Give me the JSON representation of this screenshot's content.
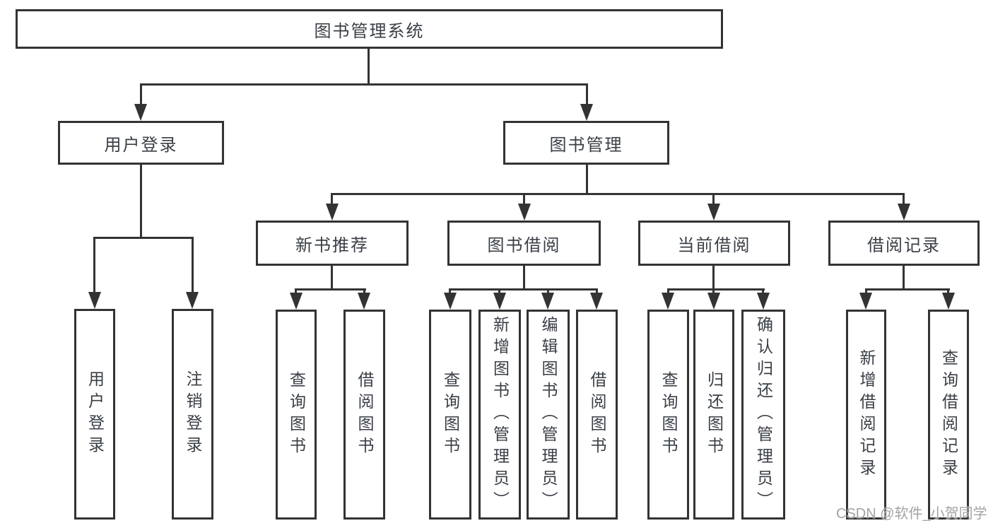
{
  "diagram": {
    "title": "图书管理系统",
    "branches": [
      {
        "label": "用户登录",
        "children": [
          {
            "label": "用户登录"
          },
          {
            "label": "注销登录"
          }
        ]
      },
      {
        "label": "图书管理",
        "children": [
          {
            "label": "新书推荐",
            "children": [
              {
                "label": "查询图书"
              },
              {
                "label": "借阅图书"
              }
            ]
          },
          {
            "label": "图书借阅",
            "children": [
              {
                "label": "查询图书"
              },
              {
                "label": "新增图书（管理员）"
              },
              {
                "label": "编辑图书（管理员）"
              },
              {
                "label": "借阅图书"
              }
            ]
          },
          {
            "label": "当前借阅",
            "children": [
              {
                "label": "查询图书"
              },
              {
                "label": "归还图书"
              },
              {
                "label": "确认归还（管理员）"
              }
            ]
          },
          {
            "label": "借阅记录",
            "children": [
              {
                "label": "新增借阅记录"
              },
              {
                "label": "查询借阅记录"
              }
            ]
          }
        ]
      }
    ]
  },
  "watermark": {
    "text": "CSDN @软件_小贺同学"
  },
  "colors": {
    "line": "#333333",
    "box_border": "#333333",
    "box_fill": "#ffffff",
    "text": "#3a3f46",
    "watermark": "#a3a3a3",
    "background": "#ffffff"
  }
}
